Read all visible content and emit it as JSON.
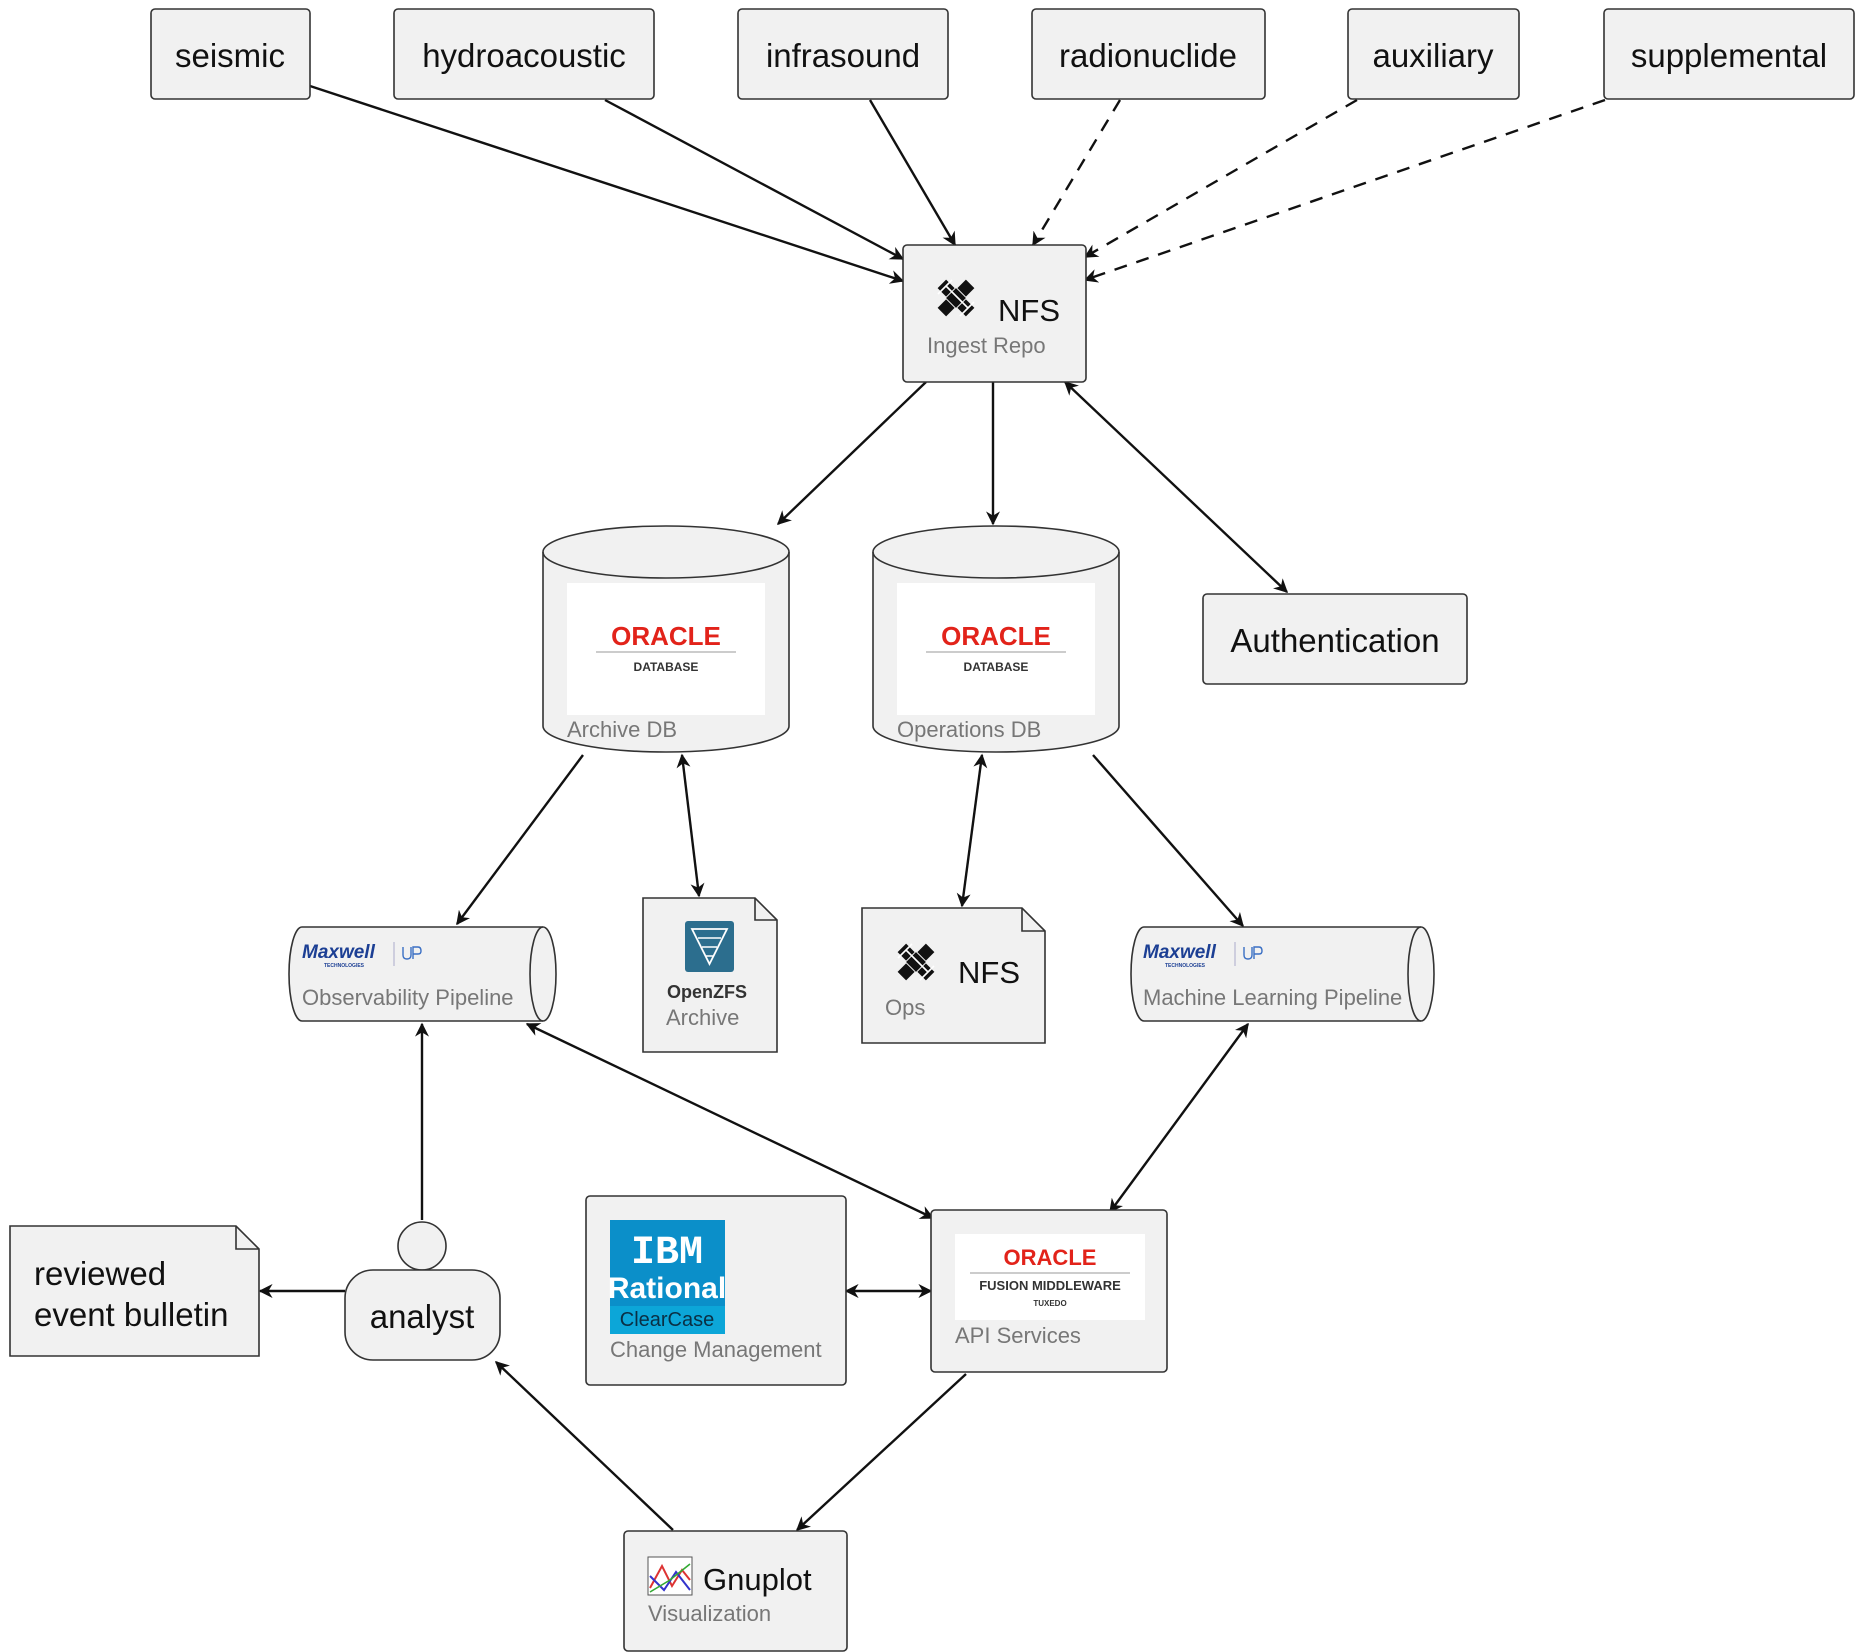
{
  "sources": [
    {
      "id": "seismic",
      "label": "seismic"
    },
    {
      "id": "hydroacoustic",
      "label": "hydroacoustic"
    },
    {
      "id": "infrasound",
      "label": "infrasound"
    },
    {
      "id": "radionuclide",
      "label": "radionuclide"
    },
    {
      "id": "auxiliary",
      "label": "auxiliary"
    },
    {
      "id": "supplemental",
      "label": "supplemental"
    }
  ],
  "nodes": {
    "ingest": {
      "title": "NFS",
      "subtitle": "Ingest Repo",
      "icon": "nfs-icon"
    },
    "archive_db": {
      "subtitle": "Archive DB",
      "logo": {
        "brand": "ORACLE",
        "product": "DATABASE"
      }
    },
    "operations_db": {
      "subtitle": "Operations DB",
      "logo": {
        "brand": "ORACLE",
        "product": "DATABASE"
      }
    },
    "authentication": {
      "title": "Authentication"
    },
    "observability": {
      "subtitle": "Observability Pipeline",
      "logo": {
        "brand": "Maxwell",
        "product": "TECHNOLOGIES"
      }
    },
    "archive_fs": {
      "subtitle": "Archive",
      "logo": {
        "brand": "OpenZFS"
      }
    },
    "ops_fs": {
      "title": "NFS",
      "subtitle": "Ops",
      "icon": "nfs-icon"
    },
    "ml_pipeline": {
      "subtitle": "Machine Learning Pipeline",
      "logo": {
        "brand": "Maxwell",
        "product": "TECHNOLOGIES"
      }
    },
    "bulletin": {
      "title_lines": [
        "reviewed",
        "event bulletin"
      ]
    },
    "analyst": {
      "title": "analyst"
    },
    "change_mgmt": {
      "subtitle": "Change Management",
      "logo": {
        "brand": "IBM",
        "product": "Rational",
        "extra": "ClearCase"
      }
    },
    "api": {
      "subtitle": "API Services",
      "logo": {
        "brand": "ORACLE",
        "product": "FUSION MIDDLEWARE",
        "extra": "TUXEDO"
      }
    },
    "gnuplot": {
      "title": "Gnuplot",
      "subtitle": "Visualization",
      "icon": "gnuplot-icon"
    }
  },
  "edges": [
    {
      "from": "seismic",
      "to": "ingest",
      "style": "solid",
      "dir": "forward"
    },
    {
      "from": "hydroacoustic",
      "to": "ingest",
      "style": "solid",
      "dir": "forward"
    },
    {
      "from": "infrasound",
      "to": "ingest",
      "style": "solid",
      "dir": "forward"
    },
    {
      "from": "radionuclide",
      "to": "ingest",
      "style": "dashed",
      "dir": "forward"
    },
    {
      "from": "auxiliary",
      "to": "ingest",
      "style": "dashed",
      "dir": "forward"
    },
    {
      "from": "supplemental",
      "to": "ingest",
      "style": "dashed",
      "dir": "forward"
    },
    {
      "from": "ingest",
      "to": "archive_db",
      "style": "solid",
      "dir": "forward"
    },
    {
      "from": "ingest",
      "to": "operations_db",
      "style": "solid",
      "dir": "forward"
    },
    {
      "from": "ingest",
      "to": "authentication",
      "style": "solid",
      "dir": "both"
    },
    {
      "from": "archive_db",
      "to": "observability",
      "style": "solid",
      "dir": "forward"
    },
    {
      "from": "archive_db",
      "to": "archive_fs",
      "style": "solid",
      "dir": "both"
    },
    {
      "from": "operations_db",
      "to": "ops_fs",
      "style": "solid",
      "dir": "both"
    },
    {
      "from": "operations_db",
      "to": "ml_pipeline",
      "style": "solid",
      "dir": "forward"
    },
    {
      "from": "analyst",
      "to": "observability",
      "style": "solid",
      "dir": "forward"
    },
    {
      "from": "observability",
      "to": "api",
      "style": "solid",
      "dir": "both"
    },
    {
      "from": "ml_pipeline",
      "to": "api",
      "style": "solid",
      "dir": "both"
    },
    {
      "from": "analyst",
      "to": "bulletin",
      "style": "solid",
      "dir": "forward"
    },
    {
      "from": "change_mgmt",
      "to": "api",
      "style": "solid",
      "dir": "both"
    },
    {
      "from": "api",
      "to": "gnuplot",
      "style": "solid",
      "dir": "forward"
    },
    {
      "from": "gnuplot",
      "to": "analyst",
      "style": "solid",
      "dir": "forward"
    }
  ]
}
